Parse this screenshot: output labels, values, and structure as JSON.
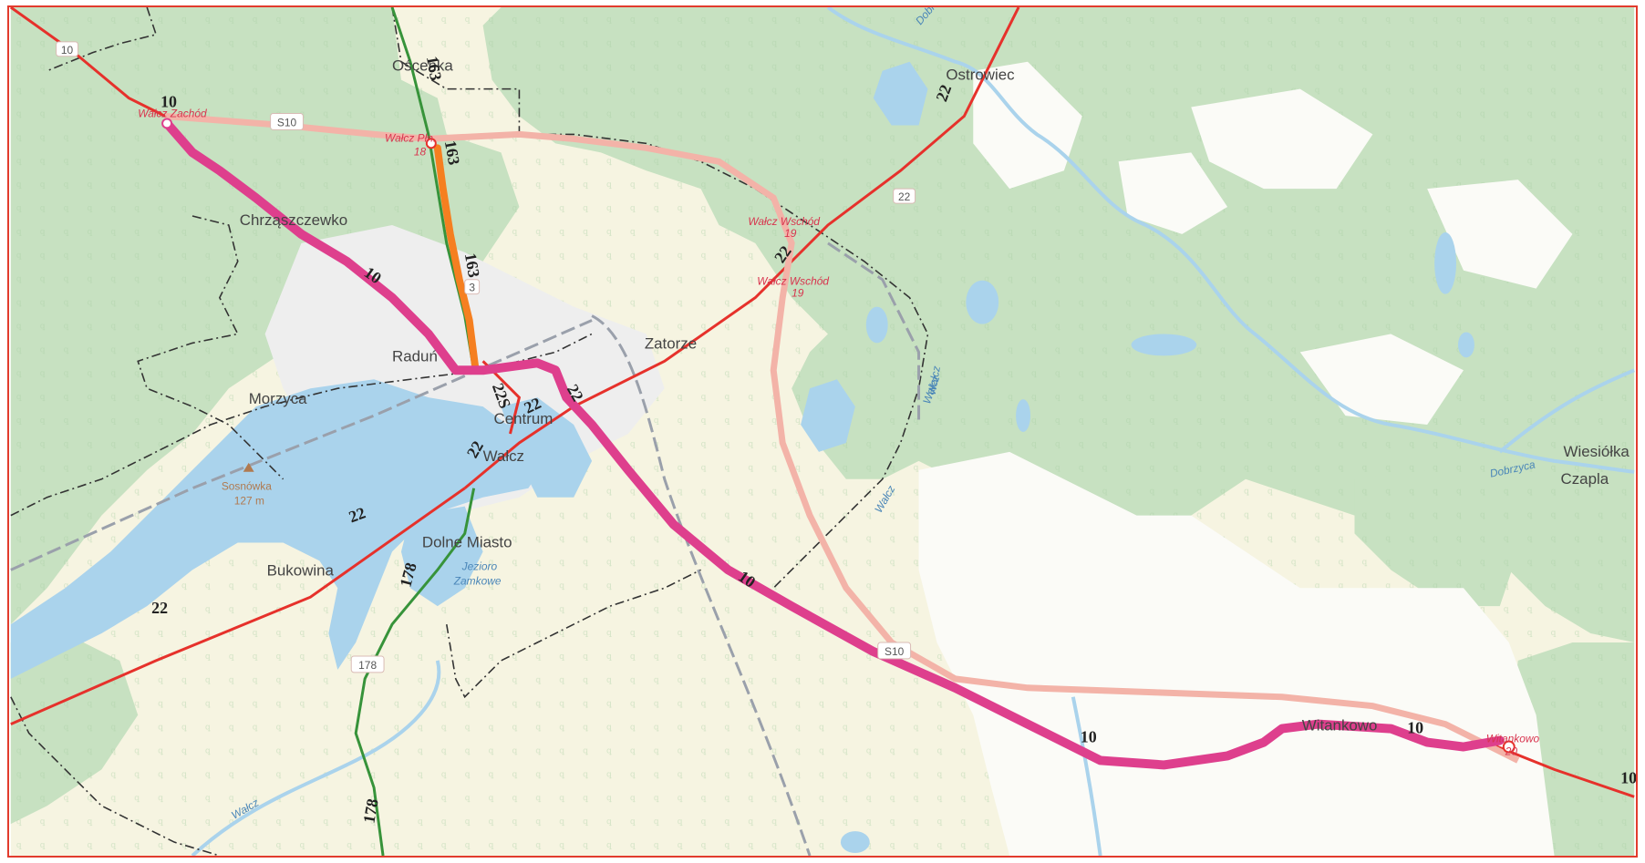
{
  "map": {
    "colors": {
      "forest": "#c7e1c1",
      "field": "#f6f4e1",
      "water": "#aad3ec",
      "town": "#eeeeee",
      "main_route": "#de3f8d",
      "alt_route": "#f57f20",
      "green_road": "#37933a",
      "s10": "#f3b3a8",
      "red_road": "#e6312b"
    },
    "places": {
      "oscienka": "Oścenka",
      "ostrowiec": "Ostrowiec",
      "chrzaszczewko": "Chrząszczewko",
      "radun": "Raduń",
      "zatorze": "Zatorze",
      "morzyca": "Morzyca",
      "centrum": "Centrum",
      "walcz": "Wałcz",
      "dolne_miasto": "Dolne Miasto",
      "bukowina": "Bukowina",
      "witankowo": "Witankowo",
      "wiesiolka": "Wiesiółka",
      "czapla": "Czapla"
    },
    "peaks": {
      "sosnowka_name": "Sosnówka",
      "sosnowka_elev": "127 m"
    },
    "water_labels": {
      "jezioro_zamkowe_1": "Jezioro",
      "jezioro_zamkowe_2": "Zamkowe",
      "dobrzyca_top": "Dobrzyca",
      "dobrzyca_right": "Dobrzyca",
      "walcz_stream": "Wałcz",
      "walcz_stream_2": "Wałcz",
      "walcz_bottom": "Wałcz"
    },
    "junctions": {
      "walcz_zachod": "Wałcz Zachód",
      "walcz_polnoc": "Wałcz Płn.",
      "walcz_polnoc_no": "18",
      "walcz_wschod_1": "Wałcz Wschód",
      "walcz_wschod_1_no": "19",
      "walcz_wschod_2": "Wałcz Wschód",
      "walcz_wschod_2_no": "19",
      "witankowo_j": "Witankowo",
      "witankowo_no": "20"
    },
    "road_numbers": {
      "r10_a": "10",
      "r10_b": "10",
      "r10_c": "10",
      "r10_d": "10",
      "r10_e": "10",
      "r10_f": "10",
      "r163_a": "163",
      "r163_b": "163",
      "r163_c": "163",
      "r22_a": "22",
      "r22_b": "22",
      "r22_c": "22",
      "r22_d": "22",
      "r22_e": "22",
      "r22_f": "22",
      "r22s": "22S",
      "r178_a": "178",
      "r178_b": "178"
    },
    "shields": {
      "s10_top": "S10",
      "s10_bottom": "S10",
      "s22_top": "22",
      "s178": "178",
      "s163": "3",
      "s10_corner": "10"
    },
    "rail_label": "Wałcz"
  }
}
